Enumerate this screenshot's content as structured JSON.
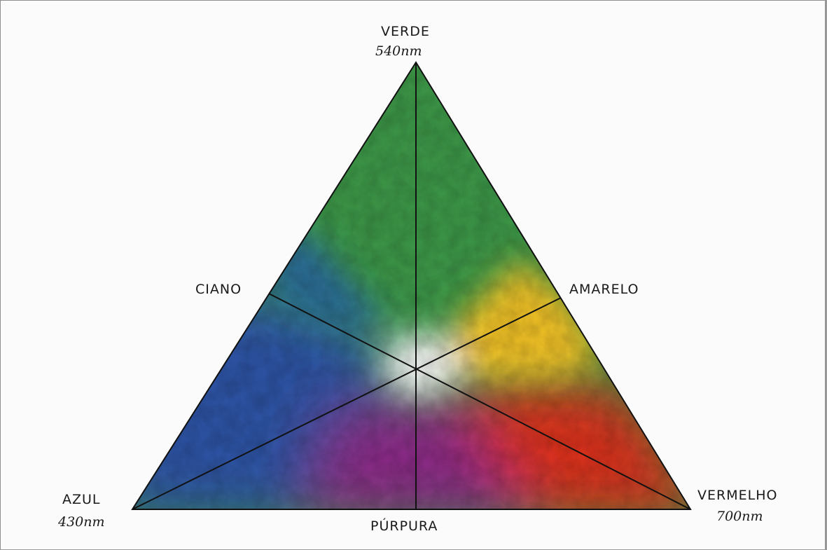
{
  "vertices": {
    "top": {
      "name": "VERDE",
      "wavelength": "540nm"
    },
    "left": {
      "name": "AZUL",
      "wavelength": "430nm"
    },
    "right": {
      "name": "VERMELHO",
      "wavelength": "700nm"
    }
  },
  "midpoints": {
    "left": "CIANO",
    "right": "AMARELO",
    "bottom": "PÚRPURA"
  },
  "colors": {
    "green": "#3e9a48",
    "blue": "#2f55a8",
    "red": "#e0311f",
    "yellow": "#f5c526",
    "cyan": "#2a6e9a",
    "purple": "#8e2a8a",
    "white": "#ffffff"
  }
}
